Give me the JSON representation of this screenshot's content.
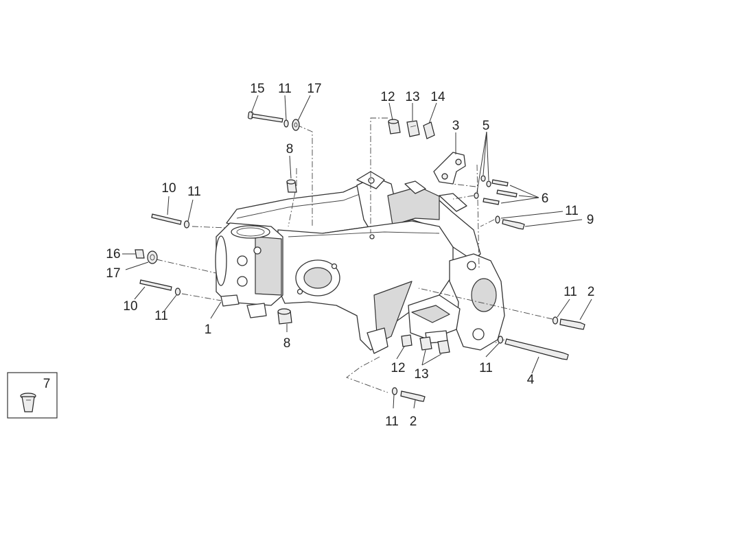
{
  "diagram": {
    "callouts": {
      "c1": "1",
      "c2a": "2",
      "c2b": "2",
      "c3": "3",
      "c4": "4",
      "c5": "5",
      "c6": "6",
      "c7": "7",
      "c8a": "8",
      "c8b": "8",
      "c9": "9",
      "c10a": "10",
      "c10b": "10",
      "c11a": "11",
      "c11b": "11",
      "c11c": "11",
      "c11d": "11",
      "c11e": "11",
      "c11f": "11",
      "c11g": "11",
      "c12a": "12",
      "c12b": "12",
      "c13a": "13",
      "c13b": "13",
      "c14": "14",
      "c15": "15",
      "c16": "16",
      "c17a": "17",
      "c17b": "17"
    }
  }
}
